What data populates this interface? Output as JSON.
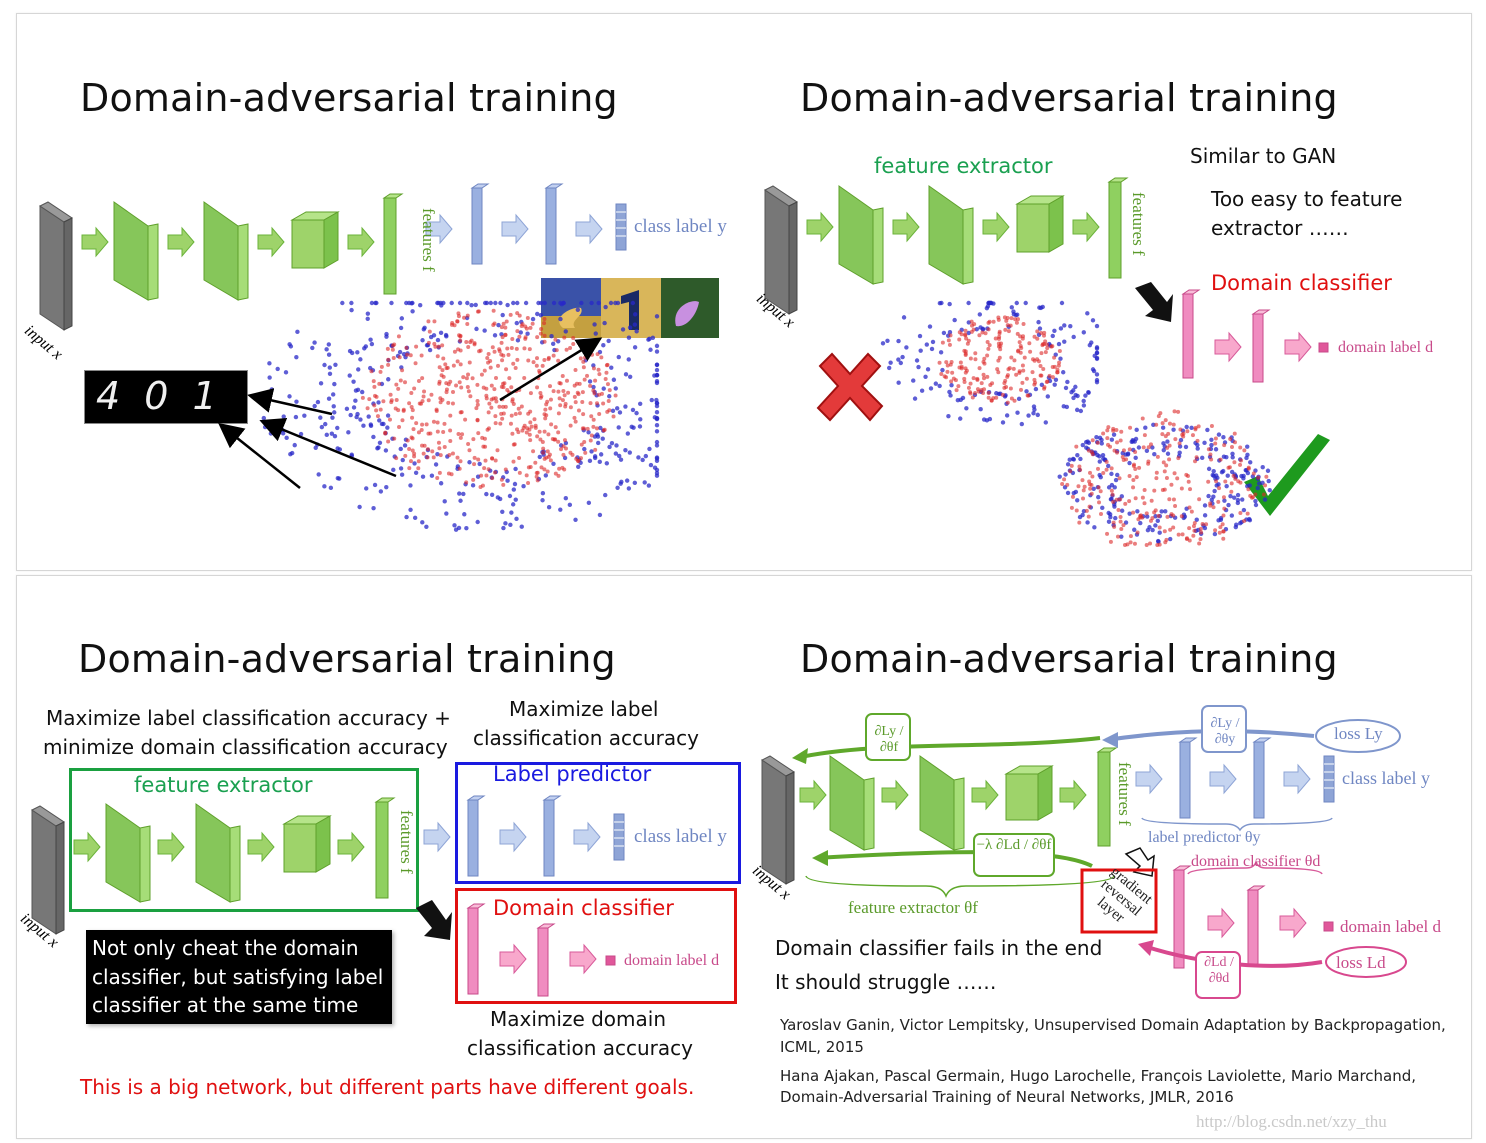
{
  "panels": {
    "top_left": {
      "title": "Domain-adversarial training",
      "input_label": "input x",
      "features_label": "features f",
      "class_label": "class label y",
      "digits": "4 0 1"
    },
    "top_right": {
      "title": "Domain-adversarial training",
      "feature_extractor": "feature extractor",
      "similar": "Similar to GAN",
      "too_easy_line1": "Too easy to feature",
      "too_easy_line2": "extractor ……",
      "domain_classifier": "Domain classifier",
      "domain_label": "domain label d",
      "input_label": "input x",
      "features_label": "features f"
    },
    "bottom_left": {
      "title": "Domain-adversarial training",
      "goal_line1": "Maximize label classification accuracy +",
      "goal_line2": "minimize domain classification accuracy",
      "label_goal_line1": "Maximize label",
      "label_goal_line2": "classification accuracy",
      "feature_extractor": "feature extractor",
      "label_predictor": "Label predictor",
      "class_label": "class label y",
      "domain_classifier": "Domain classifier",
      "domain_label": "domain label d",
      "features_label": "features f",
      "input_label": "input x",
      "note_line1": "Not only cheat the domain",
      "note_line2": "classifier, but satisfying label",
      "note_line3": "classifier at the same time",
      "domain_goal_line1": "Maximize domain",
      "domain_goal_line2": "classification accuracy",
      "red_note": "This is a big network, but different parts have different goals."
    },
    "bottom_right": {
      "title": "Domain-adversarial training",
      "dLy_dthetaf": "∂Ly / ∂θf",
      "dLy_dthetay": "∂Ly / ∂θy",
      "loss_y": "loss Ly",
      "class_label": "class label y",
      "label_predictor": "label predictor θy",
      "domain_classifier": "domain classifier θd",
      "domain_label": "domain label d",
      "neg_lambda": "−λ ∂Ld / ∂θf",
      "gradient_reversal": "gradient reversal layer",
      "feature_extractor": "feature extractor θf",
      "dLd_dthetad": "∂Ld / ∂θd",
      "loss_d": "loss Ld",
      "features_label": "features f",
      "input_label": "input x",
      "fails": "Domain classifier fails in the end",
      "struggle": "It should struggle ……",
      "ref1_line1": "Yaroslav Ganin, Victor Lempitsky, Unsupervised Domain Adaptation by Backpropagation,",
      "ref1_line2": "ICML, 2015",
      "ref2_line1": "Hana Ajakan, Pascal Germain, Hugo Larochelle, François Laviolette, Mario Marchand,",
      "ref2_line2": "Domain-Adversarial Training of Neural Networks, JMLR, 2016",
      "watermark": "http://blog.csdn.net/xzy_thu"
    }
  },
  "colors": {
    "green": "#5fa82b",
    "green_dark": "#3a9a3a",
    "blue_layer": "#8ea4d6",
    "pink": "#e0579a",
    "red": "#e01010",
    "blue_box": "#1a1ae0",
    "green_box": "#1aa040",
    "cross": "#e03030",
    "check": "#22a020"
  }
}
